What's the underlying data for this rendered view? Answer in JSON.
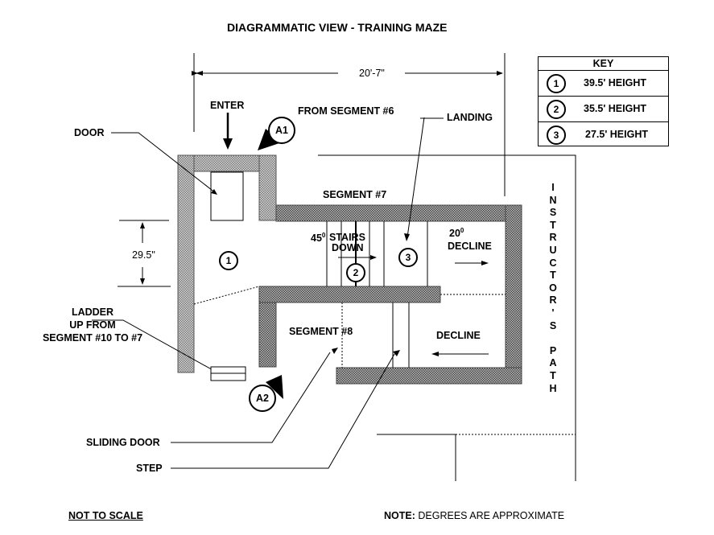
{
  "title": "DIAGRAMMATIC VIEW - TRAINING MAZE",
  "dimensions": {
    "width_label": "20'-7\"",
    "height_label": "29.5\""
  },
  "labels": {
    "enter": "ENTER",
    "from_segment": "FROM SEGMENT #6",
    "landing": "LANDING",
    "door": "DOOR",
    "segment7": "SEGMENT #7",
    "segment8": "SEGMENT #8",
    "stairs_angle": "45",
    "stairs_angle_sup": "0",
    "stairs_line1": "STAIRS",
    "stairs_line2": "DOWN",
    "decline_angle": "20",
    "decline_angle_sup": "0",
    "decline_upper": "DECLINE",
    "decline_lower": "DECLINE",
    "ladder_line1": "LADDER",
    "ladder_line2": "UP FROM",
    "ladder_line3": "SEGMENT #10 TO #7",
    "sliding_door": "SLIDING DOOR",
    "step": "STEP",
    "instructors_path": [
      "I",
      "N",
      "S",
      "T",
      "R",
      "U",
      "C",
      "T",
      "O",
      "R",
      "'",
      "S",
      "",
      "P",
      "A",
      "T",
      "H"
    ]
  },
  "markers": {
    "a1": "A1",
    "a2": "A2",
    "zone1": "1",
    "zone2": "2",
    "zone3": "3"
  },
  "key": {
    "title": "KEY",
    "items": [
      {
        "num": "1",
        "text": "39.5' HEIGHT"
      },
      {
        "num": "2",
        "text": "35.5' HEIGHT"
      },
      {
        "num": "3",
        "text": "27.5' HEIGHT"
      }
    ]
  },
  "footer": {
    "scale_note": "NOT TO SCALE",
    "note_label": "NOTE:",
    "note_text": "DEGREES ARE APPROXIMATE"
  },
  "colors": {
    "wall_fill": "#9a9a9a",
    "ink": "#000000"
  }
}
